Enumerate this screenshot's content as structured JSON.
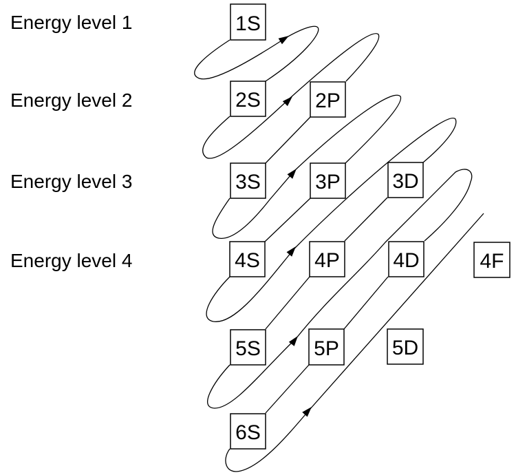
{
  "energy_levels": [
    "Energy level 1",
    "Energy level 2",
    "Energy level 3",
    "Energy level 4"
  ],
  "orbitals": {
    "s1": "1S",
    "s2": "2S",
    "p2": "2P",
    "s3": "3S",
    "p3": "3P",
    "d3": "3D",
    "s4": "4S",
    "p4": "4P",
    "d4": "4D",
    "f4": "4F",
    "s5": "5S",
    "p5": "5P",
    "d5": "5D",
    "s6": "6S"
  }
}
